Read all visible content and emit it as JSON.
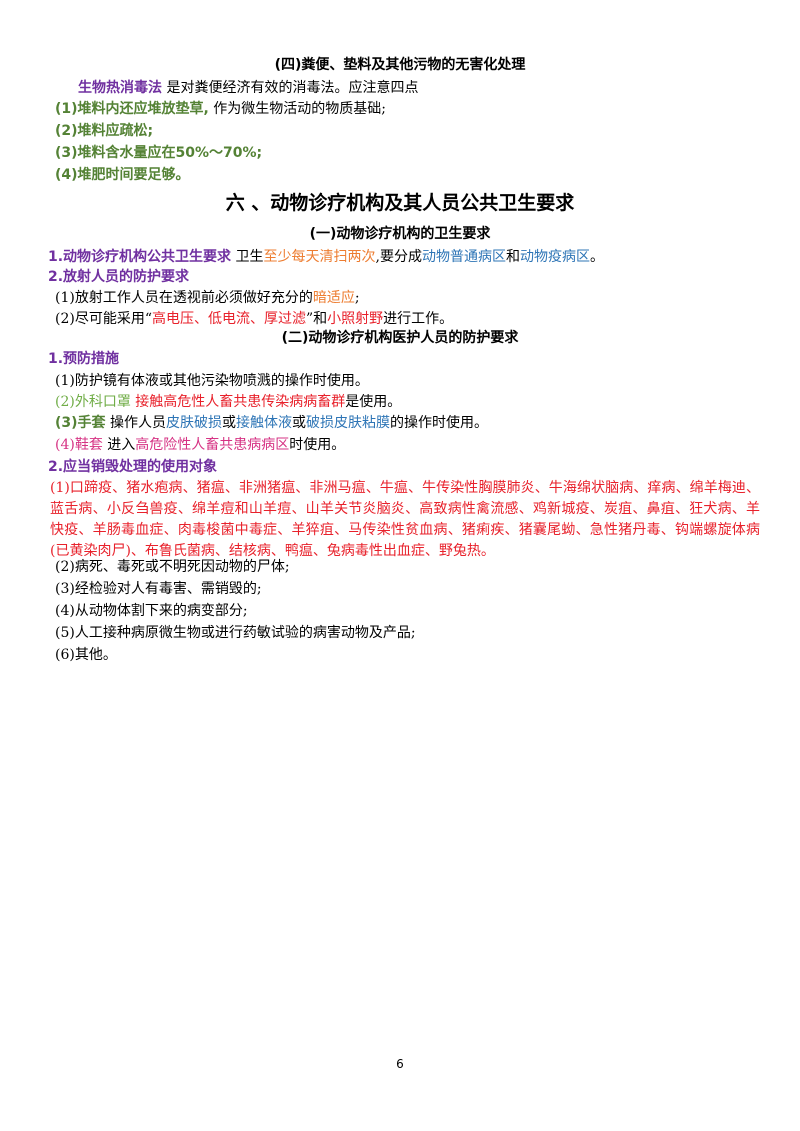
{
  "colors": {
    "purple": "#7030a0",
    "green": "#548235",
    "red": "#e8212b",
    "orange": "#ed7d31",
    "blue": "#2e75b6",
    "lightgreen": "#70ad47",
    "magenta": "#d63384",
    "black": "#000000"
  },
  "sec4": {
    "title": "(四)粪便、垫料及其他污物的无害化处理",
    "method_name": "生物热消毒法",
    "method_desc": " 是对粪便经济有效的消毒法。应注意四点",
    "p1_a": "(1)堆料内还应堆放垫草,",
    "p1_b": "  作为微生物活动的物质基础;",
    "p2": "(2)堆料应疏松;",
    "p3": "(3)堆料含水量应在50%～70%;",
    "p4": "(4)堆肥时间要足够。"
  },
  "sec6": {
    "title": "六 、动物诊疗机构及其人员公共卫生要求",
    "sub1": "(一)动物诊疗机构的卫生要求",
    "r1_label": "1.动物诊疗机构公共卫生要求",
    "r1_t1": "  卫生",
    "r1_t2": "至少每天清扫两次",
    "r1_t3": ",要分成",
    "r1_t4": "动物普通病区",
    "r1_t5": "和",
    "r1_t6": "动物疫病区",
    "r1_t7": "。",
    "r2_label": "2.放射人员的防护要求",
    "r2_1a": "(1)放射工作人员在透视前必须做好充分的",
    "r2_1b": "暗适应",
    "r2_1c": ";",
    "r2_2a": "(2)尽可能采用“",
    "r2_2b": "高电压、低电流、厚过滤",
    "r2_2c": "”和",
    "r2_2d": "小照射野",
    "r2_2e": "进行工作。",
    "sub2": "(二)动物诊疗机构医护人员的防护要求",
    "pre_label": "1.预防措施",
    "pre1": "(1)防护镜有体液或其他污染物喷溅的操作时使用。",
    "pre2a": "(2)外科口罩",
    "pre2b": "   接触高危性人畜共患传染病病畜群",
    "pre2c": "是使用。",
    "pre3a": "(3)手套",
    "pre3b": "  操作人员",
    "pre3c": "皮肤破损",
    "pre3d": "或",
    "pre3e": "接触体液",
    "pre3f": "或",
    "pre3g": "破损皮肤粘膜",
    "pre3h": "的操作时使用。",
    "pre4a": "(4)鞋套",
    "pre4b": "  进入",
    "pre4c": "高危险性人畜共患病病区",
    "pre4d": "时使用。",
    "des_label": "2.应当销毁处理的使用对象",
    "des1": "(1)口蹄疫、猪水疱病、猪瘟、非洲猪瘟、非洲马瘟、牛瘟、牛传染性胸膜肺炎、牛海绵状脑病、痒病、绵羊梅迪、蓝舌病、小反刍兽疫、绵羊痘和山羊痘、山羊关节炎脑炎、高致病性禽流感、鸡新城疫、炭疽、鼻疽、狂犬病、羊快疫、羊肠毒血症、肉毒梭菌中毒症、羊猝疽、马传染性贫血病、猪痢疾、猪囊尾蚴、急性猪丹毒、钩端螺旋体病(已黄染肉尸)、布鲁氏菌病、结核病、鸭瘟、兔病毒性出血症、野兔热。",
    "des2": "(2)病死、毒死或不明死因动物的尸体;",
    "des3": "(3)经检验对人有毒害、需销毁的;",
    "des4": "(4)从动物体割下来的病变部分;",
    "des5": "(5)人工接种病原微生物或进行药敏试验的病害动物及产品;",
    "des6": "(6)其他。"
  },
  "footer": {
    "page_number": "6"
  }
}
